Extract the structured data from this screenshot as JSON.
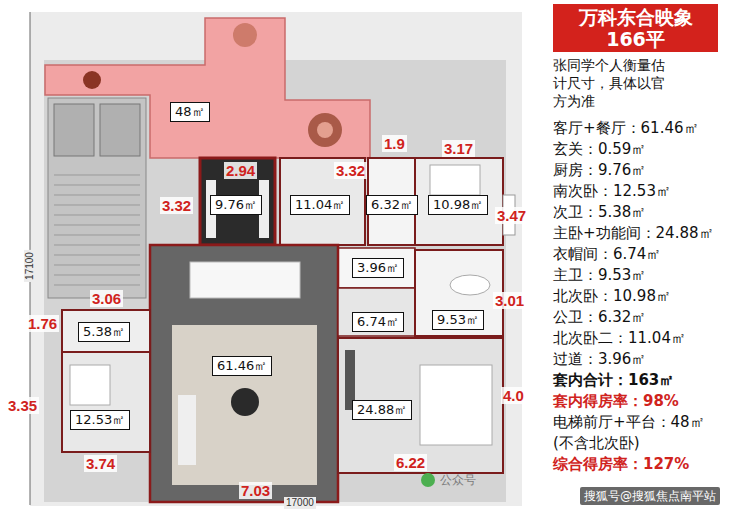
{
  "diagram": {
    "title": "万科东合映象 166平",
    "nodes": [
      {
        "text": [
          "48㎡"
        ]
      },
      {
        "text": [
          "9.76㎡"
        ]
      },
      {
        "text": [
          "11.04㎡"
        ]
      },
      {
        "text": [
          "6.32㎡"
        ]
      },
      {
        "text": [
          "10.98㎡"
        ]
      },
      {
        "text": [
          "3.96㎡"
        ]
      },
      {
        "text": [
          "5.38㎡"
        ]
      },
      {
        "text": [
          "6.74㎡"
        ]
      },
      {
        "text": [
          "9.53㎡"
        ]
      },
      {
        "text": [
          "12.53㎡"
        ]
      },
      {
        "text": [
          "61.46㎡"
        ]
      },
      {
        "text": [
          "24.88㎡"
        ]
      }
    ],
    "labels": [
      "2.94",
      "3.32",
      "3.32",
      "1.9",
      "3.17",
      "3.47",
      "3.06",
      "1.76",
      "3.01",
      "3.35",
      "4.0",
      "3.74",
      "6.22",
      "7.03",
      "17100",
      "17000",
      "张同学个人衡量估计尺寸，具体以官方为准",
      "客厅+餐厅：61.46㎡",
      "玄关：0.59㎡",
      "厨房：9.76㎡",
      "南次卧：12.53㎡",
      "次卫：5.38㎡",
      "主卧+功能间：24.88㎡",
      "衣帽间：6.74㎡",
      "主卫：9.53㎡",
      "北次卧：10.98㎡",
      "公卫：6.32㎡",
      "北次卧二：11.04㎡",
      "过道：3.96㎡",
      "套内合计：163㎡",
      "套内得房率：98%",
      "电梯前厅+平台：48㎡",
      "(不含北次卧)",
      "综合得房率：127%",
      "公众号",
      "搜狐号@搜狐焦点南平站"
    ]
  }
}
